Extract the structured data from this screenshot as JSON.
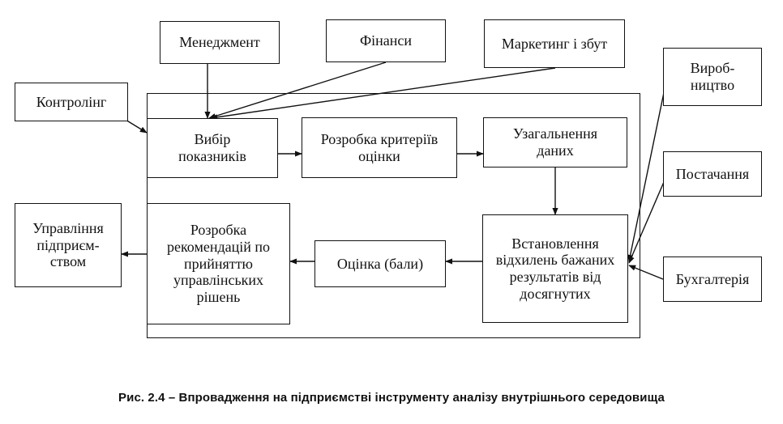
{
  "diagram": {
    "nodes": {
      "management": "Менеджмент",
      "finance": "Фінанси",
      "marketing": "Маркетинг і збут",
      "controlling": "Контролінг",
      "production": "Вироб-\nництво",
      "supply": "Постачання",
      "accounting": "Бухгалтерія",
      "select_indicators": "Вибір\nпоказників",
      "criteria": "Розробка критеріїв\nоцінки",
      "summarize": "Узагальнення\nданих",
      "deviations": "Встановлення\nвідхилень бажаних\nрезультатів від\nдосягнутих",
      "scoring": "Оцінка (бали)",
      "recommendations": "Розробка\nрекомендацій по\nприйняттю\nуправлінських\nрішень",
      "enterprise_mgmt": "Управління\nпідприєм-\nством"
    },
    "edges": [
      {
        "from": "management",
        "to": "select_indicators"
      },
      {
        "from": "finance",
        "to": "select_indicators"
      },
      {
        "from": "marketing",
        "to": "select_indicators"
      },
      {
        "from": "controlling",
        "to": "select_indicators"
      },
      {
        "from": "select_indicators",
        "to": "criteria"
      },
      {
        "from": "criteria",
        "to": "summarize"
      },
      {
        "from": "summarize",
        "to": "deviations"
      },
      {
        "from": "production",
        "to": "deviations"
      },
      {
        "from": "supply",
        "to": "deviations"
      },
      {
        "from": "accounting",
        "to": "deviations"
      },
      {
        "from": "deviations",
        "to": "scoring"
      },
      {
        "from": "scoring",
        "to": "recommendations"
      },
      {
        "from": "recommendations",
        "to": "enterprise_mgmt"
      }
    ]
  },
  "caption": "Рис. 2.4 – Впровадження на підприємстві інструменту аналізу внутрішнього середовища"
}
